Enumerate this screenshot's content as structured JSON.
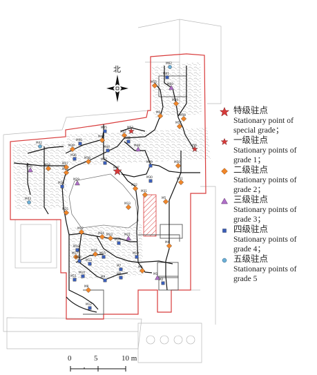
{
  "north": {
    "label": "北"
  },
  "legend": [
    {
      "cn": "特级驻点",
      "en": "Stationary point of special grade；",
      "marker": "star-large",
      "color": "#d83a3a"
    },
    {
      "cn": "一级驻点",
      "en": "Stationary points of grade 1；",
      "marker": "star-small",
      "color": "#d83a3a"
    },
    {
      "cn": "二级驻点",
      "en": "Stationary points of grade 2；",
      "marker": "diamond",
      "color": "#f0862a"
    },
    {
      "cn": "三级驻点",
      "en": "Stationary points of grade 3；",
      "marker": "triangle",
      "color": "#b070c8"
    },
    {
      "cn": "四级驻点",
      "en": "Stationary points of grade 4；",
      "marker": "square",
      "color": "#3a5eb8"
    },
    {
      "cn": "五级驻点",
      "en": "Stationary points of grade 5",
      "marker": "circle",
      "color": "#6cb0d8"
    }
  ],
  "scale": {
    "t0": "0",
    "t1": "5",
    "t2": "10 m"
  },
  "points": [
    {
      "id": "M62",
      "g": 5
    },
    {
      "id": "M61",
      "g": 4
    },
    {
      "id": "M60",
      "g": 3
    },
    {
      "id": "M59",
      "g": 2
    },
    {
      "id": "M58",
      "g": 2
    },
    {
      "id": "M57",
      "g": 2
    },
    {
      "id": "M56",
      "g": 1
    },
    {
      "id": "M55",
      "g": 2
    },
    {
      "id": "M54",
      "g": 2
    },
    {
      "id": "M53",
      "g": 1
    },
    {
      "id": "M52",
      "g": 2
    },
    {
      "id": "M51",
      "g": 2
    },
    {
      "id": "M50",
      "g": 2
    },
    {
      "id": "M49",
      "g": 4
    },
    {
      "id": "M48",
      "g": 3
    },
    {
      "id": "M47",
      "g": 0
    },
    {
      "id": "M46",
      "g": 4
    },
    {
      "id": "M45",
      "g": 4
    },
    {
      "id": "M44",
      "g": 4
    },
    {
      "id": "M43",
      "g": 5
    },
    {
      "id": "M42",
      "g": 5
    },
    {
      "id": "M41",
      "g": 2
    },
    {
      "id": "M40",
      "g": 4
    },
    {
      "id": "M39",
      "g": 2
    },
    {
      "id": "M38",
      "g": 2
    },
    {
      "id": "M37",
      "g": 4
    },
    {
      "id": "M36",
      "g": 4
    },
    {
      "id": "M35",
      "g": 3
    },
    {
      "id": "M34",
      "g": 2
    },
    {
      "id": "M33",
      "g": 2
    },
    {
      "id": "M32",
      "g": 2
    },
    {
      "id": "M31",
      "g": 2
    },
    {
      "id": "M30",
      "g": 4
    },
    {
      "id": "M29",
      "g": 3
    },
    {
      "id": "M28",
      "g": 2
    },
    {
      "id": "M27",
      "g": 2
    },
    {
      "id": "M26",
      "g": 4
    },
    {
      "id": "M25",
      "g": 2
    },
    {
      "id": "M24",
      "g": 2
    },
    {
      "id": "M23",
      "g": 2
    },
    {
      "id": "M22",
      "g": 2
    },
    {
      "id": "M21",
      "g": 3
    },
    {
      "id": "M20",
      "g": 4
    },
    {
      "id": "M19",
      "g": 4
    },
    {
      "id": "M18",
      "g": 4
    },
    {
      "id": "M17",
      "g": 2
    },
    {
      "id": "M16",
      "g": 2
    },
    {
      "id": "M15",
      "g": 4
    },
    {
      "id": "M14",
      "g": 4
    },
    {
      "id": "M13",
      "g": 4
    },
    {
      "id": "M12",
      "g": 4
    },
    {
      "id": "M11",
      "g": 4
    },
    {
      "id": "M10",
      "g": 4
    },
    {
      "id": "M9",
      "g": 4
    },
    {
      "id": "M8",
      "g": 2
    },
    {
      "id": "M7",
      "g": 4
    },
    {
      "id": "M6",
      "g": 4
    },
    {
      "id": "M5",
      "g": 2
    },
    {
      "id": "M4",
      "g": 2
    },
    {
      "id": "M3",
      "g": 2
    },
    {
      "id": "M2",
      "g": 4
    },
    {
      "id": "M1",
      "g": 3
    }
  ]
}
